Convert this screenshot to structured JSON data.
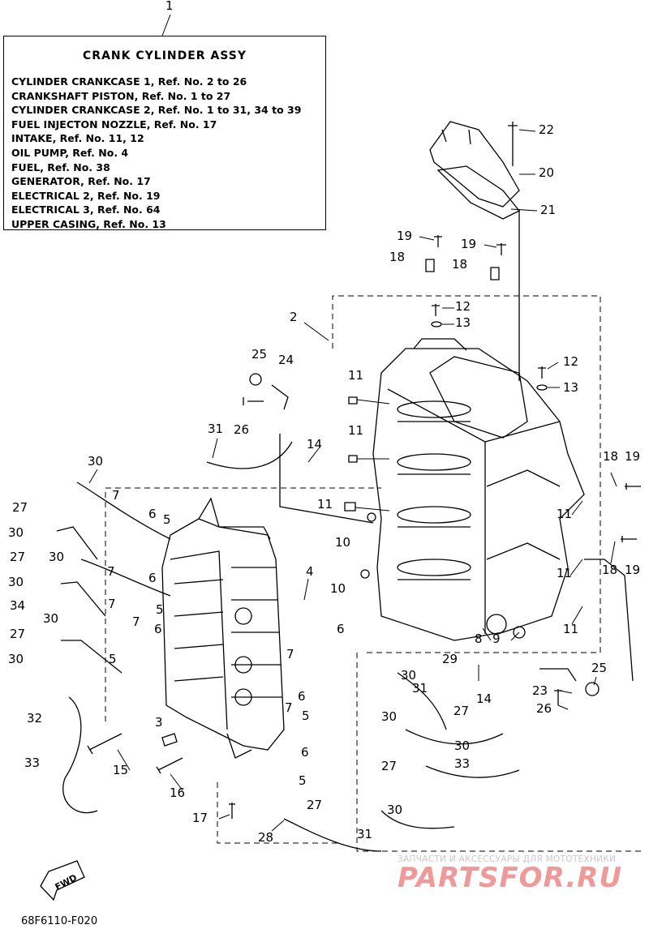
{
  "legend": {
    "title": "CRANK CYLINDER ASSY",
    "items": [
      "CYLINDER CRANKCASE 1, Ref. No. 2 to 26",
      "CRANKSHAFT PISTON,  Ref. No. 1 to 27",
      "CYLINDER CRANKCASE 2, Ref. No. 1 to 31, 34 to 39",
      "FUEL INJECTON NOZZLE,  Ref. No. 17",
      "INTAKE, Ref. No. 11, 12",
      "OIL PUMP, Ref. No. 4",
      "FUEL, Ref. No. 38",
      "GENERATOR,  Ref. No. 17",
      "ELECTRICAL 2, Ref. No. 19",
      "ELECTRICAL 3,  Ref. No. 64",
      "UPPER CASING,  Ref. No. 13"
    ]
  },
  "callouts": {
    "c1": "1",
    "c2": "2",
    "c3": "3",
    "c4": "4",
    "c5a": "5",
    "c5b": "5",
    "c5c": "5",
    "c5d": "5",
    "c5e": "5",
    "c6a": "6",
    "c6b": "6",
    "c6c": "6",
    "c6d": "6",
    "c6e": "6",
    "c6f": "6",
    "c7a": "7",
    "c7b": "7",
    "c7c": "7",
    "c7d": "7",
    "c7e": "7",
    "c7f": "7",
    "c8": "8",
    "c9": "9",
    "c10a": "10",
    "c10b": "10",
    "c11a": "11",
    "c11b": "11",
    "c11c": "11",
    "c11d": "11",
    "c11e": "11",
    "c11f": "11",
    "c12a": "12",
    "c12b": "12",
    "c13a": "13",
    "c13b": "13",
    "c14a": "14",
    "c14b": "14",
    "c15": "15",
    "c16": "16",
    "c17": "17",
    "c18a": "18",
    "c18b": "18",
    "c18c": "18",
    "c18d": "18",
    "c19a": "19",
    "c19b": "19",
    "c19c": "19",
    "c19d": "19",
    "c20": "20",
    "c21": "21",
    "c22": "22",
    "c23": "23",
    "c24": "24",
    "c25a": "25",
    "c25b": "25",
    "c26a": "26",
    "c26b": "26",
    "c27a": "27",
    "c27b": "27",
    "c27c": "27",
    "c27d": "27",
    "c27e": "27",
    "c27f": "27",
    "c28": "28",
    "c29": "29",
    "c30a": "30",
    "c30b": "30",
    "c30c": "30",
    "c30d": "30",
    "c30e": "30",
    "c30f": "30",
    "c30g": "30",
    "c30h": "30",
    "c30i": "30",
    "c30j": "30",
    "c31a": "31",
    "c31b": "31",
    "c31c": "31",
    "c32": "32",
    "c33a": "33",
    "c33b": "33",
    "c34": "34"
  },
  "fwd_label": "FWD",
  "footer_code": "68F6110-F020",
  "watermark": {
    "subtitle": "ЗАПЧАСТИ И АКСЕССУАРЫ ДЛЯ МОТОТЕХНИКИ",
    "brand": "PARTSFOR.RU"
  }
}
